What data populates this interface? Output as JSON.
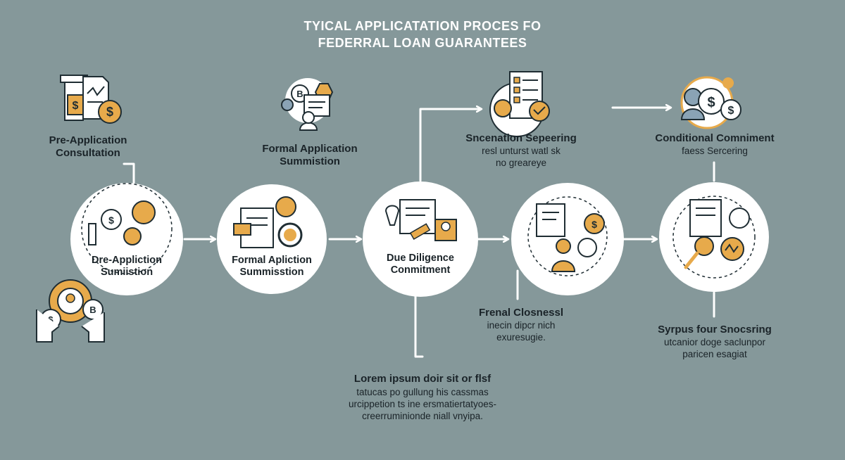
{
  "title": {
    "line1": "TYICAL APPLICATATION PROCES FO",
    "line2": "FEDERRAL LOAN GUARANTEES"
  },
  "colors": {
    "background": "#85989a",
    "circle_fill": "#ffffff",
    "arrow": "#ffffff",
    "accent": "#e7aa4b",
    "ink": "#1f2d33"
  },
  "top_labels": [
    {
      "lines": [
        "Pre-Application",
        "Consultation"
      ]
    },
    {
      "lines": [
        "Formal Application",
        "Summistion"
      ]
    },
    {
      "lines": [
        "Sncenation Sepeering"
      ],
      "sub": [
        "resl unturst watl sk",
        "no greareye"
      ]
    },
    {
      "lines": [
        "Conditional Comniment"
      ],
      "sub": [
        "faess Sercering"
      ]
    }
  ],
  "circles": [
    {
      "lines": [
        "Dre-Appliction",
        "Sumiistion"
      ]
    },
    {
      "lines": [
        "Formal Apliction",
        "Summisstion"
      ]
    },
    {
      "lines": [
        "Due Diligence",
        "Conmitment"
      ]
    },
    {
      "lines": []
    },
    {
      "lines": []
    }
  ],
  "bottom_labels": [
    {
      "lines": [
        "Lorem ipsum doir sit or flsf"
      ],
      "sub": [
        "tatucas po gullung his cassmas",
        "urcippetion ts ine ersmatiertatyoes-",
        "creerruminionde niall vnyipa."
      ]
    },
    {
      "lines": [
        "Frenal Closnessl"
      ],
      "sub": [
        "inecin dipcr nich",
        "exuresugie."
      ]
    },
    {
      "lines": [
        "Syrpus four Snocsring"
      ],
      "sub": [
        "utcanior doge saclunpor",
        "paricen esagiat"
      ]
    }
  ]
}
